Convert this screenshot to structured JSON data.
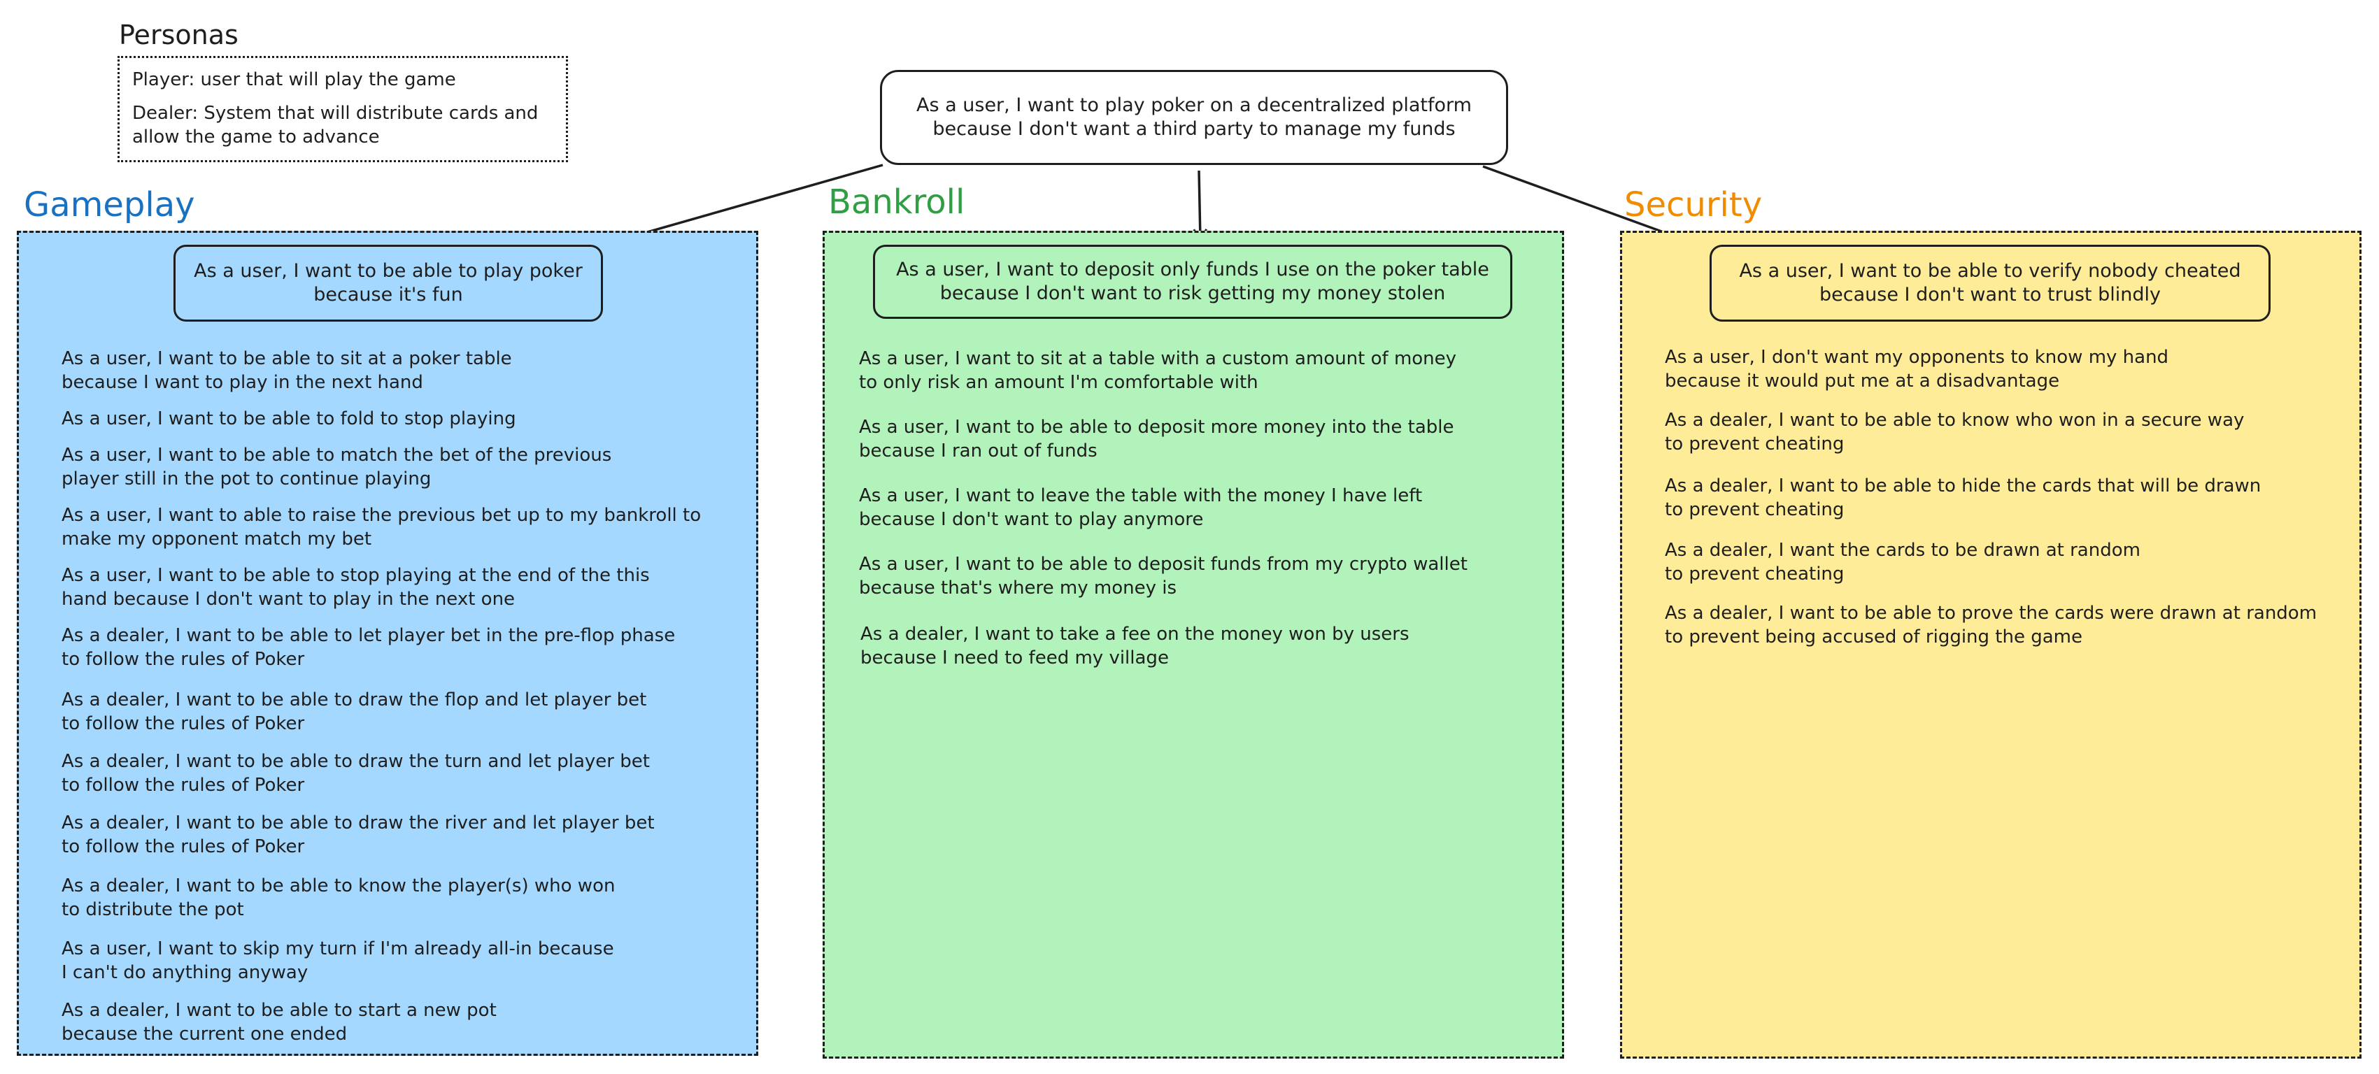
{
  "personas": {
    "title": "Personas",
    "player": "Player: user that will play the game",
    "dealer": "Dealer: System that will distribute cards and\nallow the game to advance"
  },
  "root_story": "As a user, I want to play poker on a decentralized platform\nbecause I don't want a third party to manage my funds",
  "categories": {
    "gameplay": {
      "title": "Gameplay",
      "color": "#1971c2",
      "fill": "#a5d8ff",
      "epic": "As a user, I want to be able to play poker\nbecause it's fun",
      "stories": [
        "As a user, I want to be able to sit at a poker table\nbecause I want to play in the next hand",
        "As a user, I want to be able to fold to stop playing",
        "As a user, I want to be able to match the bet of the previous\nplayer still in the pot to continue playing",
        "As a user, I want to able to raise the previous bet up to my bankroll to\nmake my opponent match my bet",
        "As a user, I want to be able to stop playing at the end of the this\nhand because I don't want to play in the next one",
        "As a dealer, I want to be able to let player bet in the pre-flop phase\nto follow the rules of Poker",
        "As a dealer, I want to be able to draw the flop and let player bet\nto follow the rules of Poker",
        "As a dealer, I want to be able to draw the turn and let player bet\nto follow the rules of Poker",
        "As a dealer, I want to be able to draw the river and let player bet\nto follow the rules of Poker",
        "As a dealer, I want to be able to know the player(s) who won\nto distribute the pot",
        "As a user, I want to skip my turn if I'm already all-in because\nI can't do anything anyway",
        "As a dealer, I want to be able to start a new pot\nbecause the current one ended"
      ]
    },
    "bankroll": {
      "title": "Bankroll",
      "color": "#2f9e44",
      "fill": "#b2f2bb",
      "epic": "As a user, I want to deposit only funds I use on the poker table\nbecause I don't want to risk getting my money stolen",
      "stories": [
        "As a user, I want to sit at a table with a custom amount of money\nto only risk an amount I'm comfortable with",
        "As a user, I want to be able to deposit more money into the table\nbecause I ran out of funds",
        "As a user, I want to leave the table with the money I have left\nbecause I don't want to play anymore",
        "As a user, I want to be able to deposit funds from my crypto wallet\nbecause that's where my money is",
        "As a dealer, I want to take a fee on the money won by users\nbecause I need to feed my village"
      ]
    },
    "security": {
      "title": "Security",
      "color": "#f08c00",
      "fill": "#ffec99",
      "epic": "As a user, I want to be able to verify nobody cheated\nbecause I don't want to trust blindly",
      "stories": [
        "As a user, I don't want my opponents to know my hand\nbecause it would put me at a disadvantage",
        "As a dealer, I want to be able to know who won in a secure way\nto prevent cheating",
        "As a dealer, I want to be able to hide the cards that will be drawn\nto prevent cheating",
        "As a dealer, I want the cards to be drawn at random\nto prevent cheating",
        "As a dealer, I want to be able to prove the cards were drawn at random\nto prevent being accused of rigging the game"
      ]
    }
  }
}
